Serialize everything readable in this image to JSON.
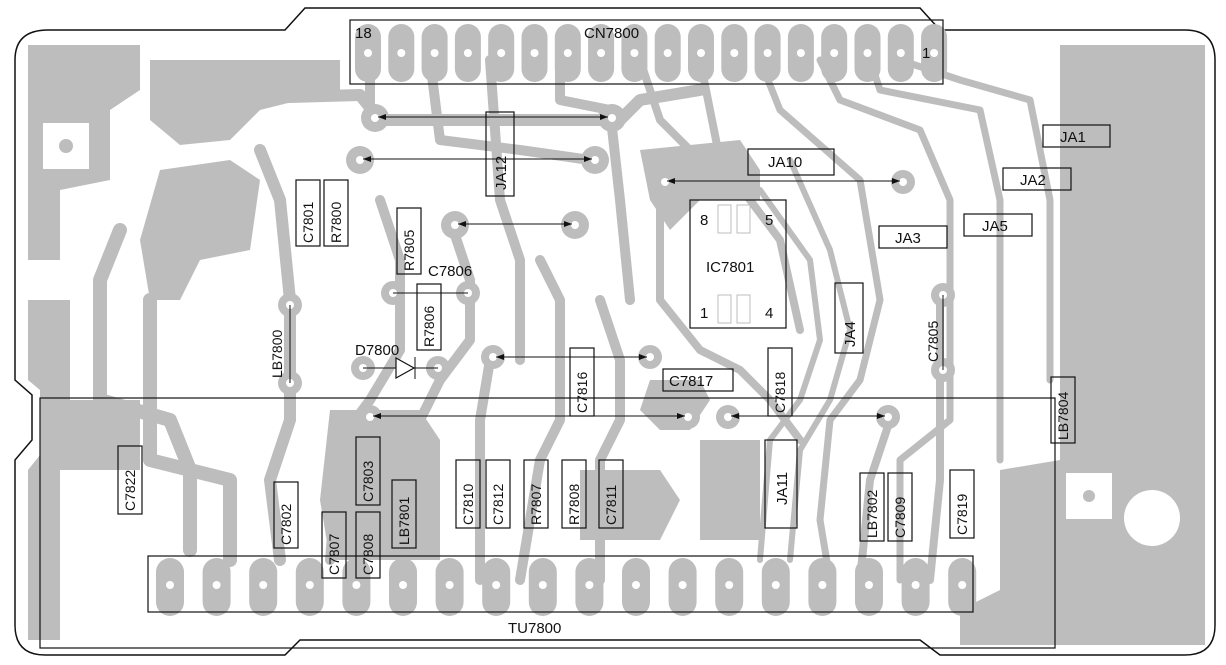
{
  "colors": {
    "copper": "#bdbdbd",
    "board": "#ffffff",
    "ink": "#111111"
  },
  "connectors": {
    "cn7800": {
      "name": "CN7800",
      "pin_first": "18",
      "pin_last": "1",
      "pins": 18
    },
    "tu7800": {
      "name": "TU7800",
      "pins": 18
    }
  },
  "ic": {
    "name": "IC7801",
    "pin_8": "8",
    "pin_5": "5",
    "pin_1": "1",
    "pin_4": "4"
  },
  "jumpers": {
    "ja1": "JA1",
    "ja2": "JA2",
    "ja3": "JA3",
    "ja4": "JA4",
    "ja5": "JA5",
    "ja10": "JA10",
    "ja11": "JA11",
    "ja12": "JA12"
  },
  "components": {
    "c7801": "C7801",
    "r7800": "R7800",
    "r7805": "R7805",
    "c7806": "C7806",
    "r7806": "R7806",
    "d7800": "D7800",
    "lb7800": "LB7800",
    "c7816": "C7816",
    "c7817": "C7817",
    "c7818": "C7818",
    "c7805": "C7805",
    "lb7804": "LB7804",
    "c7822": "C7822",
    "c7802": "C7802",
    "c7803": "C7803",
    "c7807": "C7807",
    "c7808": "C7808",
    "lb7801": "LB7801",
    "c7810": "C7810",
    "c7812": "C7812",
    "r7807": "R7807",
    "r7808": "R7808",
    "c7811": "C7811",
    "lb7802": "LB7802",
    "c7809": "C7809",
    "c7819": "C7819"
  }
}
